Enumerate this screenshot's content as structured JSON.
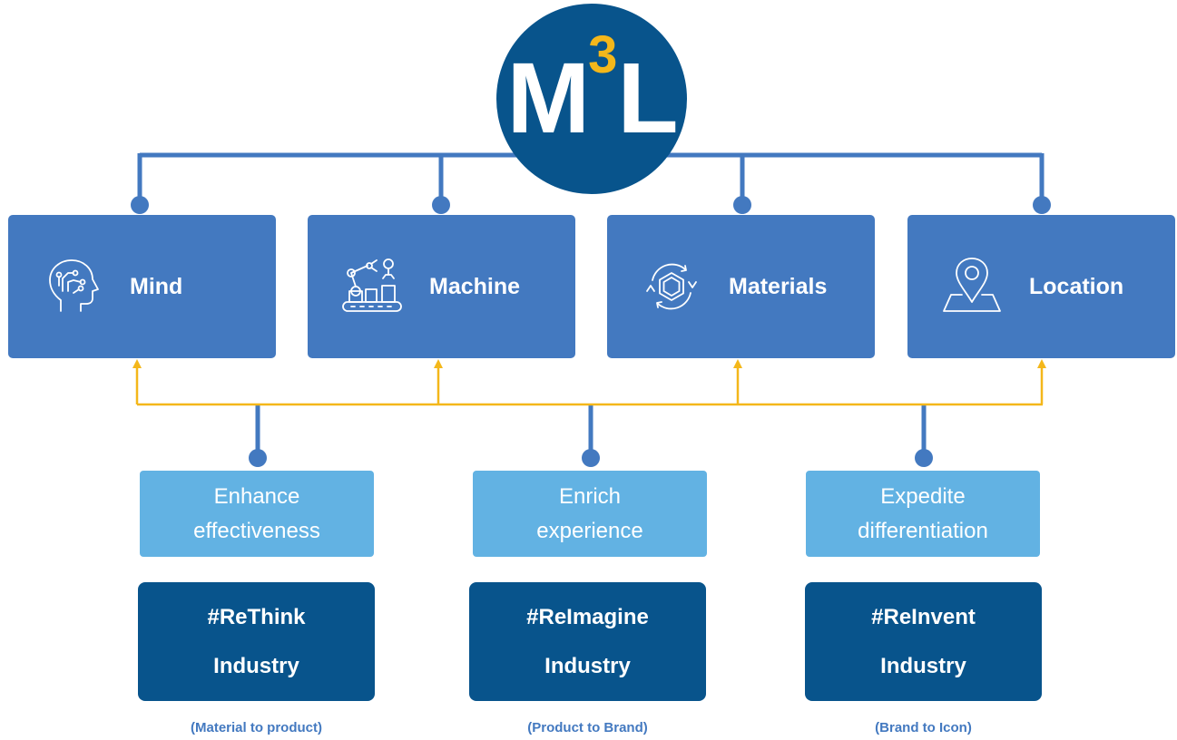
{
  "logo": {
    "letter_m": "M",
    "sup": "3",
    "letter_l": "L"
  },
  "pillars": [
    {
      "label": "Mind",
      "icon": "brain-head-icon"
    },
    {
      "label": "Machine",
      "icon": "robot-arm-conveyor-icon"
    },
    {
      "label": "Materials",
      "icon": "hexagon-cycle-icon"
    },
    {
      "label": "Location",
      "icon": "map-pin-icon"
    }
  ],
  "goals": [
    {
      "line1": "Enhance",
      "line2": "effectiveness"
    },
    {
      "line1": "Enrich",
      "line2": "experience"
    },
    {
      "line1": "Expedite",
      "line2": "differentiation"
    }
  ],
  "tags": [
    {
      "line1": "#ReThink",
      "line2": "Industry",
      "note": "(Material to product)"
    },
    {
      "line1": "#ReImagine",
      "line2": "Industry",
      "note": "(Product to Brand)"
    },
    {
      "line1": "#ReInvent",
      "line2": "Industry",
      "note": "(Brand to Icon)"
    }
  ],
  "colors": {
    "dark_blue": "#08548c",
    "mid_blue": "#4379c0",
    "light_blue": "#62b2e3",
    "accent_yellow": "#f4b71a"
  }
}
